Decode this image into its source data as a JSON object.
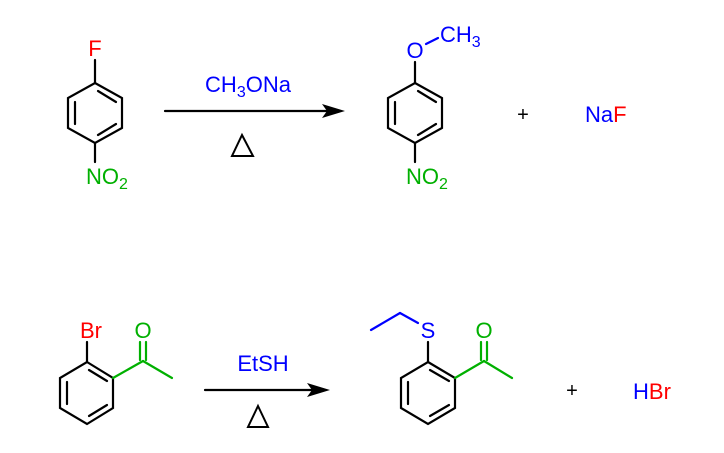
{
  "colors": {
    "red": "#ff0000",
    "green": "#00b000",
    "blue": "#0000ff",
    "black": "#000000"
  },
  "reaction1": {
    "reactant": {
      "substituent_top": "F",
      "substituent_bottom": "NO",
      "substituent_bottom_sub": "2"
    },
    "reagent": {
      "part1": "CH",
      "sub": "3",
      "part2": "ONa"
    },
    "condition": "Δ",
    "product": {
      "o_label": "O",
      "methyl": "CH",
      "methyl_sub": "3",
      "substituent_bottom": "NO",
      "substituent_bottom_sub": "2"
    },
    "plus": "+",
    "byproduct": {
      "part1": "Na",
      "part2": "F"
    }
  },
  "reaction2": {
    "reactant": {
      "halogen": "Br",
      "carbonyl_o": "O"
    },
    "reagent": "EtSH",
    "condition": "Δ",
    "product": {
      "sulfur": "S",
      "carbonyl_o": "O"
    },
    "plus": "+",
    "byproduct": {
      "part1": "H",
      "part2": "Br"
    }
  }
}
